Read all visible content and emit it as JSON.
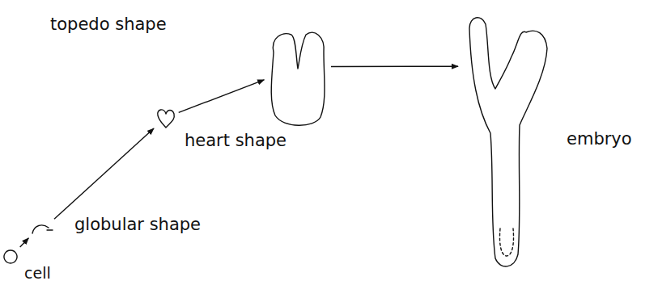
{
  "diagram": {
    "nodes": [
      {
        "text": [
          "cell"
        ]
      },
      {
        "text": [
          "globular shape"
        ]
      },
      {
        "text": [
          "heart shape"
        ]
      },
      {
        "text": [
          "topedo shape"
        ]
      },
      {
        "text": [
          "embryo"
        ]
      }
    ],
    "edges": [
      {
        "from": 0,
        "to": 1,
        "arrow": "to"
      },
      {
        "from": 1,
        "to": 2,
        "arrow": "to"
      },
      {
        "from": 2,
        "to": 3,
        "arrow": "to"
      },
      {
        "from": 3,
        "to": 4,
        "arrow": "to"
      }
    ]
  }
}
